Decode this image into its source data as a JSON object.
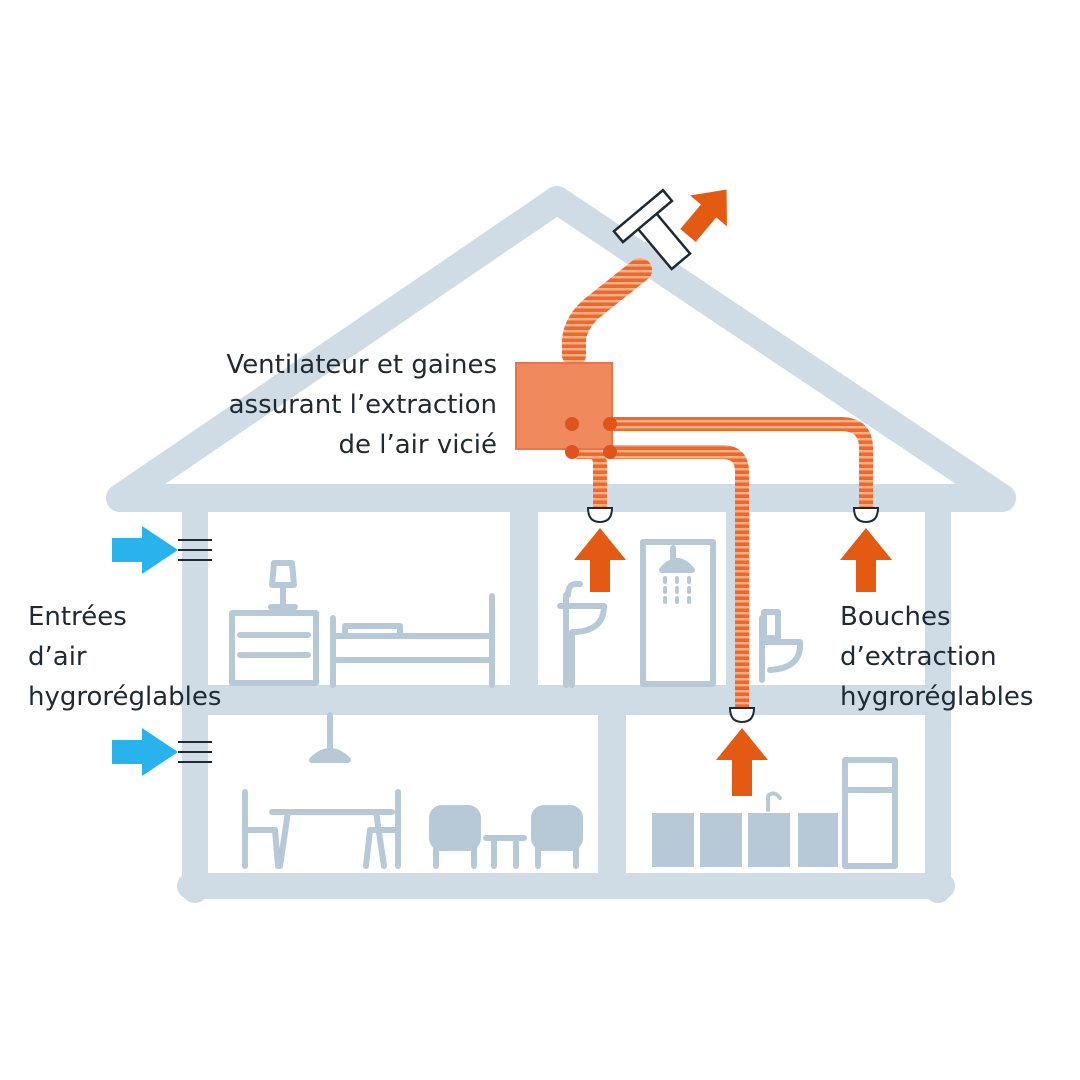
{
  "labels": {
    "fan": [
      "Ventilateur et gaines",
      "assurant l’extraction",
      "de l’air vicié"
    ],
    "inlets": [
      "Entrées",
      "d’air",
      "hygroréglables"
    ],
    "outlets": [
      "Bouches",
      "d’extraction",
      "hygroréglables"
    ]
  },
  "colors": {
    "house": "#cfdce6",
    "furniture": "#b7c9d6",
    "duct": "#ee6a2c",
    "duct_stripe": "#f8b089",
    "fan_box": "#f08a5c",
    "extract_arrow": "#e55a12",
    "inlet_arrow": "#29b3ec"
  },
  "icons": [
    "extract-arrow-icon",
    "inlet-arrow-icon",
    "roof-exhaust-icon",
    "vent-grille-icon"
  ]
}
